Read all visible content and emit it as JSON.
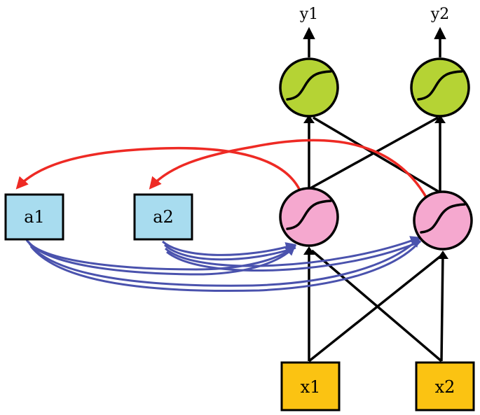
{
  "colors": {
    "output_node": "#b5d334",
    "hidden_node": "#f5a8cf",
    "context_box": "#a8dcef",
    "input_box": "#fbc312",
    "feedback_arrow": "#ee2a24",
    "context_arrow": "#4a52ad",
    "edge": "#000000"
  },
  "nodes": {
    "outputs": [
      {
        "label": "y1",
        "icon": "sigmoid-icon"
      },
      {
        "label": "y2",
        "icon": "sigmoid-icon"
      }
    ],
    "hidden": [
      {
        "icon": "sigmoid-icon"
      },
      {
        "icon": "sigmoid-icon"
      }
    ],
    "context": [
      {
        "label": "a1"
      },
      {
        "label": "a2"
      }
    ],
    "inputs": [
      {
        "label": "x1"
      },
      {
        "label": "x2"
      }
    ]
  }
}
